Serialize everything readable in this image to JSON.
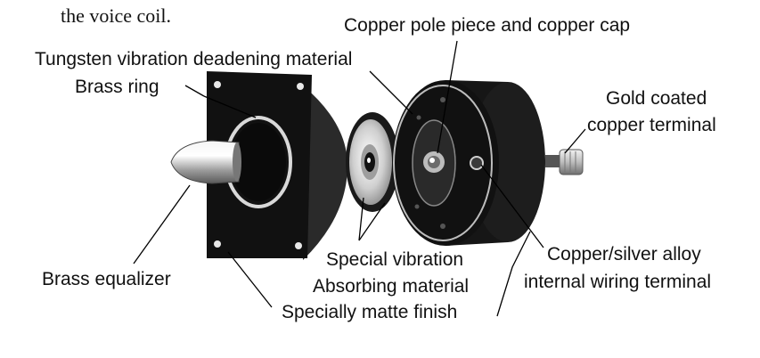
{
  "caption_fragment": "the voice coil.",
  "labels": {
    "copper_pole": "Copper pole piece and copper cap",
    "tungsten": "Tungsten vibration deadening material",
    "brass_ring": "Brass ring",
    "gold_terminal_1": "Gold coated",
    "gold_terminal_2": "copper terminal",
    "alloy_terminal_1": "Copper/silver alloy",
    "alloy_terminal_2": "internal wiring terminal",
    "brass_equalizer": "Brass equalizer",
    "special_vibration": "Special vibration",
    "absorbing_material": "Absorbing material",
    "matte_finish": "Specially matte finish"
  },
  "colors": {
    "body_dark": "#111111",
    "metal_light": "#d9d9d9",
    "leader_line": "#000000"
  }
}
